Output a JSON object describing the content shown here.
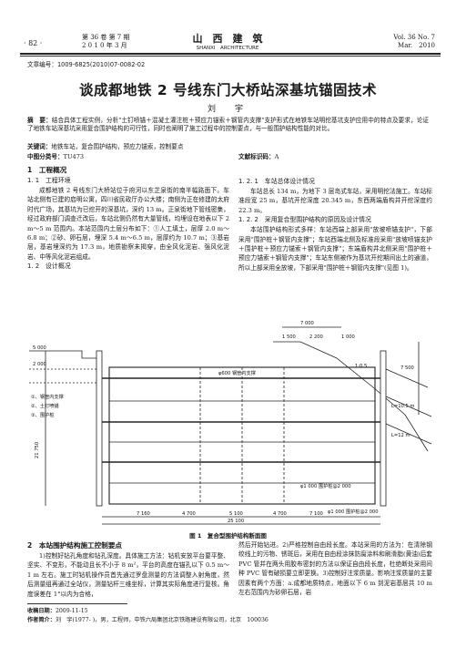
{
  "header": {
    "page_number": "· 82 ·",
    "issue_cn": "第 36 卷 第 7 期",
    "date_cn": "2 0 1 0 年 3 月",
    "journal_cn": "山　西　建　筑",
    "journal_en": "SHANXI　ARCHITECTURE",
    "volume_en": "Vol. 36 No. 7",
    "date_en": "Mar.　2010"
  },
  "article_id": "文章编号：1009-6825(2010)07-0082-02",
  "title": "谈成都地铁 2 号线东门大桥站深基坑锚固技术",
  "author": "刘　宇",
  "abstract": {
    "label": "摘　要：",
    "text": "结合具体工程实例，分析\"土钉喷锚＋混凝土灌注桩＋预应力锚索＋钢管内支撑\"支护形式在地铁车站明挖基坑支护应用中的特点及要求，论证了地铁车站深基坑采用复合围护结构的可行性，同时也阐明了施工过程中的控制要点，与一般围护结构性能的对比。",
    "keywords_label": "关键词：",
    "keywords": "地铁车站，复合围护结构，预应力锚索，控制要点",
    "clc_label": "中图分类号：",
    "clc": "TU473",
    "doc_code_label": "文献标识码：",
    "doc_code": "A"
  },
  "left_column": {
    "s1_heading": "1　工程概况",
    "s11_heading": "1. 1　工程环境",
    "s11_text": "成都地铁 2 号线东门大桥站位于府河以东芷泉街的南半幅路面下。车站北侧有已建的启明公寓，四川省民政厅办公大楼；南侧为正在修建的太府时代广场，其基坑为已挖开的深基坑，深约 13 m。正泉街地下管线密集，经过政府部门调查迁改后，车站北侧仍然有大量管线，均埋设在地表以下 2 m～5 m 范围内。本站范围内土层分布如下：①人工填土，层厚 2.0 m～6.8 m；②砂、卵石层，埋深 5.4 m～6.5 m，层厚约为 10.7 m；③基岩层，基岩埋深约为 17.3 m，地质勘察未揭穿，由全风化泥岩、强风化泥岩、中等风化泥岩组成。",
    "s12_heading": "1. 2　设计概况"
  },
  "right_column": {
    "s121_heading": "1. 2. 1　车站总体设计情况",
    "s121_text": "车站总长 134 m，为地下 3 层岛式车站，采用明挖法施工。车站标准段宽 25 m，基坑开挖深度 20.345 m，东西两端盾构井开挖深度约 22.3 m。",
    "s122_heading": "1. 2. 2　采用复合型围护结构的原因及设计情况",
    "s122_text": "本站围护结构形式多样：车站西端上部采用\"放坡喷锚支护\"，下部采用\"围护桩＋钢管内支撑\"；车站西端北侧及标准段采用\"放坡喷锚支护＋围护桩＋预应力锚索＋钢管内支撑\"；东端盾构井北侧采用\"围护桩＋预应力锚索＋钢管内支撑\"；车站东侧被作为基坑开挖期间出土的通道，所以上部采用全放坡，下部采用\"围护桩＋钢管内支撑\"(见图 1)。"
  },
  "figure": {
    "caption": "图 1　复合型围护结构断面图",
    "labels": {
      "dim_top": "7 000",
      "dim_slope": "1 000",
      "dim_1500": "1 500",
      "dim_2200": "2 200",
      "elev_left_1": "5 000",
      "elev_left_2": "2 000",
      "elev_left_3": "21 750",
      "elev_right": "7 500",
      "ratio": "1:0.5",
      "anchor1": "L=10.5 m",
      "anchor2": "L=12 m",
      "dim_bottom_1": "7 160",
      "dim_bottom_2": "4 700",
      "dim_bottom_3": "5 100",
      "dim_bottom_4": "4 700",
      "dim_bottom_5": "7 100",
      "dim_bottom_total": "25 100",
      "note_pipe": "φ600 钢管内支撑",
      "note_pile": "φ1 000 围护桩@2 000",
      "note_bottom": "φ1 000 围护桩@2 000",
      "left_note_1": "①、钢管内支撑",
      "left_note_2": "②、土钉喷锚",
      "left_note_3": "③、围护桩"
    }
  },
  "section2": {
    "heading": "2　本站围护结构施工控制要点",
    "left_text_1": "1)控制好钻孔角度和钻孔深度。具体施工方法：钻机安放平台要平整、坚实、不变形，不能动且长不小于 8 m²，平台的高度在锚孔以下 0.5 m～1 m 左右。施工时钻机操作员首先通过罗盘测量的方法调整入射角度，然后测量组再通过全站仪，测量钻杆三维坐标，计算其实际角度进行复核。角度误差在 1°以内为合格，",
    "right_text_1": "然后开始钻进。2)严格控制自由段长度。本站采用的方法为：在清除钢绞线上的污物、锈斑后，采用在自由段涂抹防腐涂料和刷滑脂(黄油)后套 PVC 管并在两头用胶布密封的方法以保证自由段长度，杜绝断处采用间种 PVC 管有破损要立即更换。3)控制好注浆质量。影响注浆质量的主要因素有两个方面：a.成都地质特点，地面以下 6 m 到泥岩基层共 10 m 左右范围内为砂卵石层，岩"
  },
  "footer": {
    "received_label": "收稿日期：",
    "received": "2009-11-15",
    "author_label": "作者简介：",
    "author_bio": "刘　宇(1977- )，男，工程师，中铁六局集团北京铁路建设有限公司，北京　100036"
  }
}
